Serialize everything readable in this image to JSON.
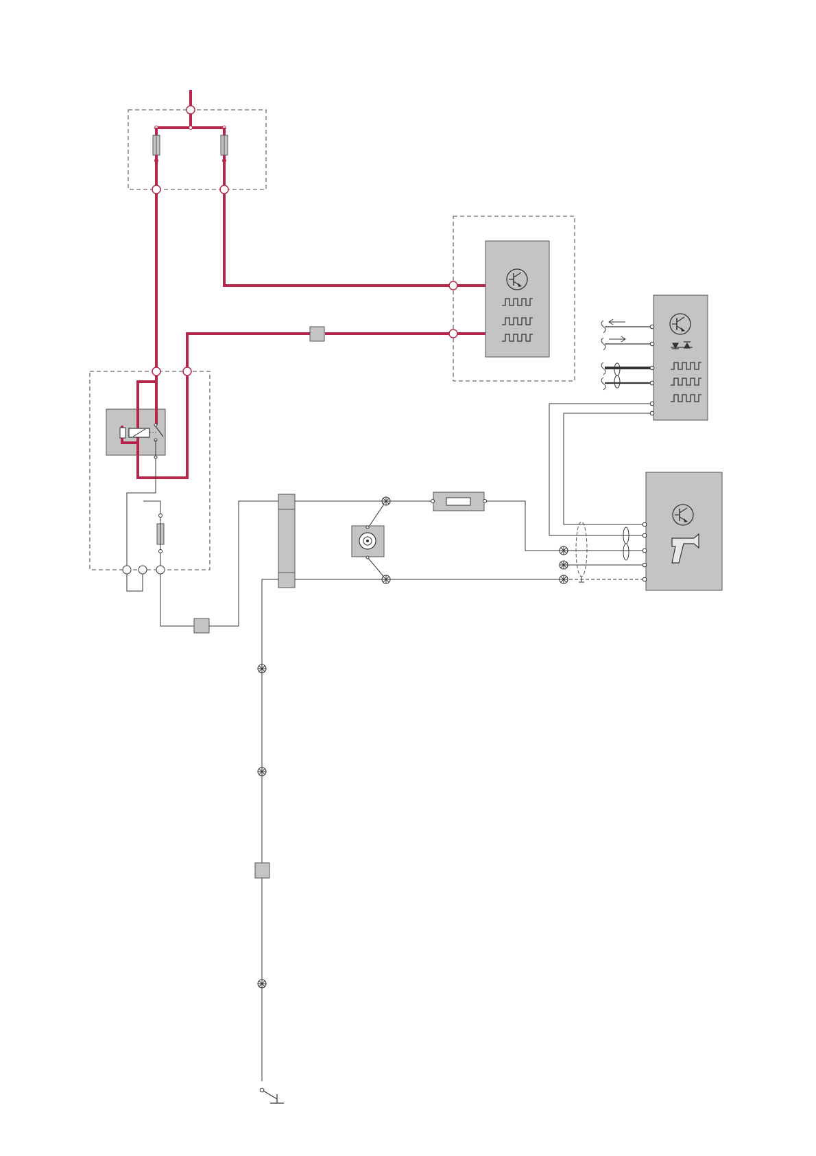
{
  "colors": {
    "power_wire": "#b5264a",
    "signal_wire": "#3a3a3a",
    "box_fill": "#c4c4c4",
    "box_stroke": "#555555",
    "dashed_border": "#444444",
    "background": "#ffffff"
  },
  "components": [
    {
      "name": "fuse-box",
      "icon": "fuse-icon",
      "kind": "dashed-enclosure"
    },
    {
      "name": "control-module-upper",
      "icon": "transistor-icon",
      "kind": "module"
    },
    {
      "name": "control-module-right",
      "icon": "transistor-icon",
      "kind": "module"
    },
    {
      "name": "relay-box",
      "icon": "relay-icon",
      "kind": "dashed-enclosure"
    },
    {
      "name": "ignition-coil-module",
      "icon": "spark-gun-icon",
      "kind": "module"
    },
    {
      "name": "pressure-sensor",
      "icon": "sensor-icon",
      "kind": "component"
    },
    {
      "name": "in-line-fuse",
      "icon": "fuse-icon",
      "kind": "component"
    },
    {
      "name": "ground-point",
      "icon": "ground-icon",
      "kind": "terminal"
    }
  ],
  "signal_types": [
    "transistor",
    "square-wave",
    "diode-pair",
    "fan-motor",
    "arrow-in",
    "arrow-out"
  ]
}
